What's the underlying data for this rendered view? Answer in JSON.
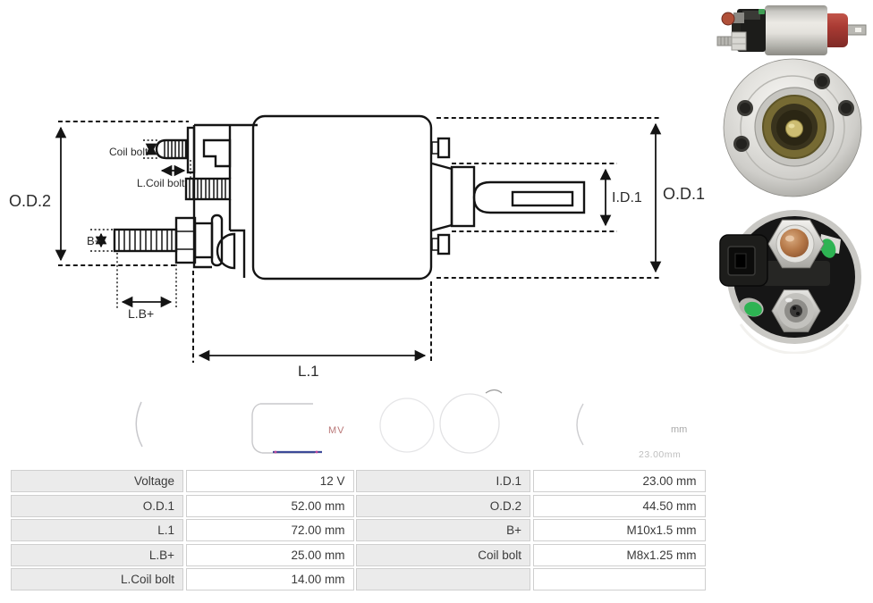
{
  "diagram": {
    "labels": {
      "od2": "O.D.2",
      "coil_bolt": "Coil bolt",
      "l_coil_bolt": "L.Coil bolt",
      "b_plus": "B+",
      "l_b_plus": "L.B+",
      "l1": "L.1",
      "id1": "I.D.1",
      "od1": "O.D.1"
    }
  },
  "artifacts": {
    "watermark": "MV",
    "ghost_unit": "mm",
    "ghost_value": "23.00mm"
  },
  "spec_table": {
    "left_rows": [
      {
        "label": "Voltage",
        "value": "12 V"
      },
      {
        "label": "O.D.1",
        "value": "52.00 mm"
      },
      {
        "label": "L.1",
        "value": "72.00 mm"
      },
      {
        "label": "L.B+",
        "value": "25.00 mm"
      },
      {
        "label": "L.Coil bolt",
        "value": "14.00 mm"
      }
    ],
    "right_rows": [
      {
        "label": "I.D.1",
        "value": "23.00 mm"
      },
      {
        "label": "O.D.2",
        "value": "44.50 mm"
      },
      {
        "label": "B+",
        "value": "M10x1.5 mm"
      },
      {
        "label": "Coil bolt",
        "value": "M8x1.25 mm"
      },
      {
        "label": "",
        "value": ""
      }
    ]
  }
}
